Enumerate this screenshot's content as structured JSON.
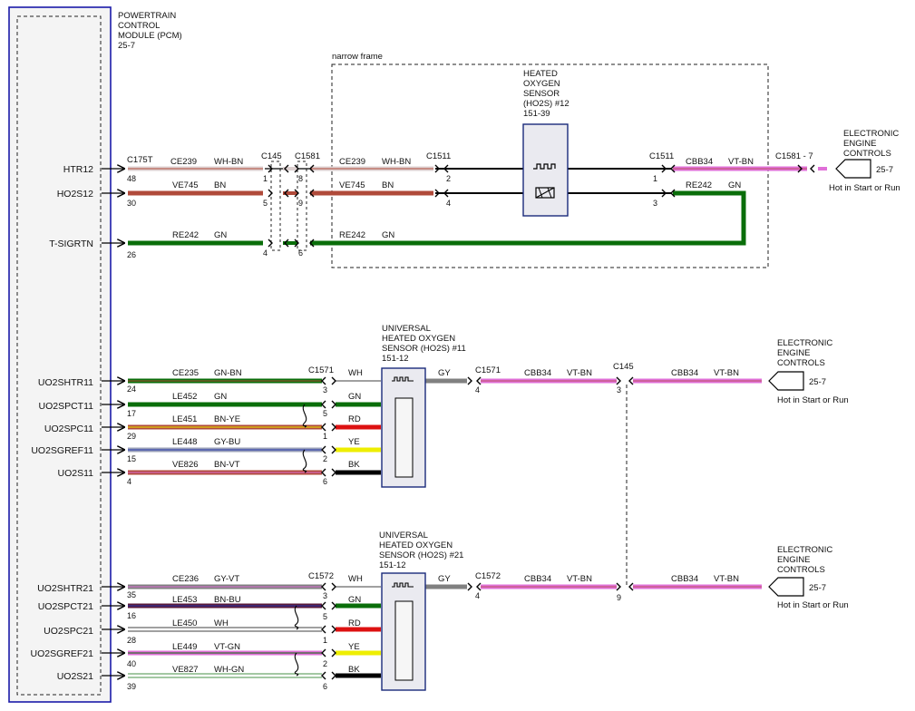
{
  "pcm": {
    "title_lines": [
      "POWERTRAIN",
      "CONTROL",
      "MODULE (PCM)",
      "25-7"
    ],
    "border_color": "#1a1aa8"
  },
  "pins": [
    "HTR12",
    "HO2S12",
    "T-SIGRTN",
    "UO2SHTR11",
    "UO2SPCT11",
    "UO2SPC11",
    "UO2SGREF11",
    "UO2S11",
    "UO2SHTR21",
    "UO2SPCT21",
    "UO2SPC21",
    "UO2SGREF21",
    "UO2S21"
  ],
  "pin_numbers": [
    "48",
    "30",
    "26",
    "24",
    "17",
    "29",
    "15",
    "4",
    "35",
    "16",
    "28",
    "40",
    "39"
  ],
  "wires": [
    {
      "circuit": "CE239",
      "color": "WH-BN"
    },
    {
      "circuit": "VE745",
      "color": "BN"
    },
    {
      "circuit": "RE242",
      "color": "GN"
    },
    {
      "circuit": "CE235",
      "color": "GN-BN"
    },
    {
      "circuit": "LE452",
      "color": "GN"
    },
    {
      "circuit": "LE451",
      "color": "BN-YE"
    },
    {
      "circuit": "LE448",
      "color": "GY-BU"
    },
    {
      "circuit": "VE826",
      "color": "BN-VT"
    },
    {
      "circuit": "CE236",
      "color": "GY-VT"
    },
    {
      "circuit": "LE453",
      "color": "BN-BU"
    },
    {
      "circuit": "LE450",
      "color": "WH"
    },
    {
      "circuit": "LE449",
      "color": "VT-GN"
    },
    {
      "circuit": "VE827",
      "color": "WH-GN"
    }
  ],
  "top": {
    "c175t": "C175T",
    "c145": "C145",
    "c1581": "C1581",
    "c1511_left": "C1511",
    "c1511_right": "C1511",
    "c1581_7": "C1581 - 7",
    "c145_pins": [
      "1",
      "5",
      "4"
    ],
    "c1581_pins": [
      "8",
      "9",
      "6"
    ],
    "c1511_left_pins": [
      "2",
      "4"
    ],
    "c1511_right_pins": [
      "1",
      "3"
    ],
    "mid_wires": [
      {
        "circuit": "CE239",
        "color": "WH-BN"
      },
      {
        "circuit": "VE745",
        "color": "BN"
      },
      {
        "circuit": "RE242",
        "color": "GN"
      }
    ],
    "right_wires": [
      {
        "circuit": "CBB34",
        "color": "VT-BN"
      },
      {
        "circuit": "RE242",
        "color": "GN"
      }
    ],
    "frame_label": "narrow frame",
    "sensor_lines": [
      "HEATED",
      "OXYGEN",
      "SENSOR",
      "(HO2S) #12",
      "151-39"
    ],
    "eec_lines": [
      "ELECTRONIC",
      "ENGINE",
      "CONTROLS"
    ],
    "eec_ref": "25-7",
    "eec_note": "Hot in Start or Run"
  },
  "bank1": {
    "sensor_lines": [
      "UNIVERSAL",
      "HEATED OXYGEN",
      "SENSOR (HO2S) #11",
      "151-12"
    ],
    "conn": "C1571",
    "conn_pins": [
      "3",
      "5",
      "1",
      "2",
      "6"
    ],
    "lead_colors": [
      "WH",
      "GN",
      "RD",
      "YE",
      "BK"
    ],
    "out_wire": "GY",
    "conn2": "C1571",
    "conn2_pin": "4",
    "wire2": {
      "circuit": "CBB34",
      "color": "VT-BN"
    },
    "c145": "C145",
    "c145_pin": "3",
    "wire3": {
      "circuit": "CBB34",
      "color": "VT-BN"
    },
    "eec_lines": [
      "ELECTRONIC",
      "ENGINE",
      "CONTROLS"
    ],
    "eec_ref": "25-7",
    "eec_note": "Hot in Start or Run"
  },
  "bank2": {
    "sensor_lines": [
      "UNIVERSAL",
      "HEATED OXYGEN",
      "SENSOR (HO2S) #21",
      "151-12"
    ],
    "conn": "C1572",
    "conn_pins": [
      "3",
      "5",
      "1",
      "2",
      "6"
    ],
    "lead_colors": [
      "WH",
      "GN",
      "RD",
      "YE",
      "BK"
    ],
    "out_wire": "GY",
    "conn2": "C1572",
    "conn2_pin": "4",
    "wire2": {
      "circuit": "CBB34",
      "color": "VT-BN"
    },
    "c_pin": "9",
    "wire3": {
      "circuit": "CBB34",
      "color": "VT-BN"
    },
    "eec_lines": [
      "ELECTRONIC",
      "ENGINE",
      "CONTROLS"
    ],
    "eec_ref": "25-7",
    "eec_note": "Hot in Start or Run"
  },
  "colors": {
    "wh": "#f0f0f0",
    "bn": "#b04a3a",
    "gn": "#0a6e0a",
    "gy": "#808080",
    "vt": "#e070d8",
    "rd": "#dd1111",
    "ye": "#eeee00",
    "bk": "#000000",
    "sensor_fill": "#eaeaf0",
    "sensor_border": "#1a2a7a"
  }
}
